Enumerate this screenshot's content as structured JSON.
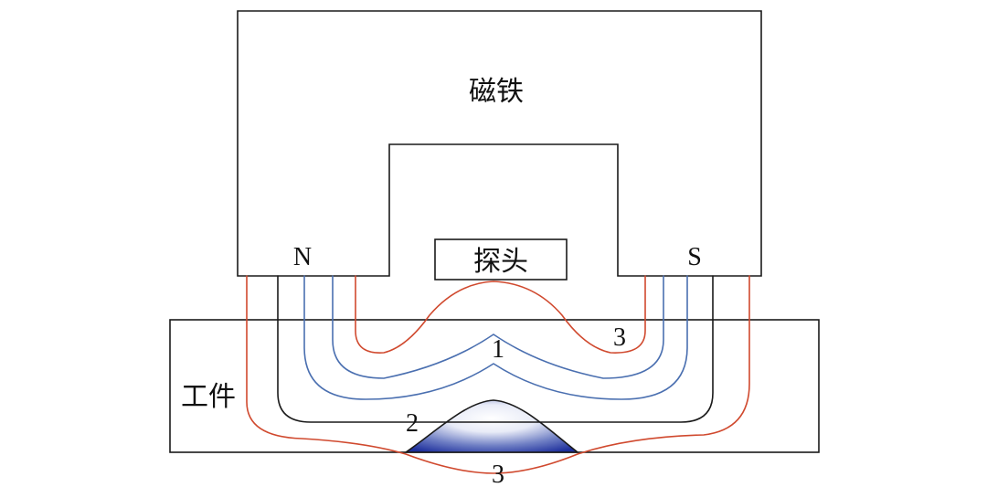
{
  "labels": {
    "magnet": "磁铁",
    "probe": "探头",
    "workpiece": "工件",
    "north_pole": "N",
    "south_pole": "S",
    "line_1": "1",
    "line_2": "2",
    "line_3_top": "3",
    "line_3_bottom": "3"
  },
  "colors": {
    "outline": "#1a1a1a",
    "line_1": "#4a6fb0",
    "line_2": "#1a1a1a",
    "line_3": "#d0492e",
    "defect_dark": "#1e2f9c",
    "defect_light": "#ffffff"
  }
}
